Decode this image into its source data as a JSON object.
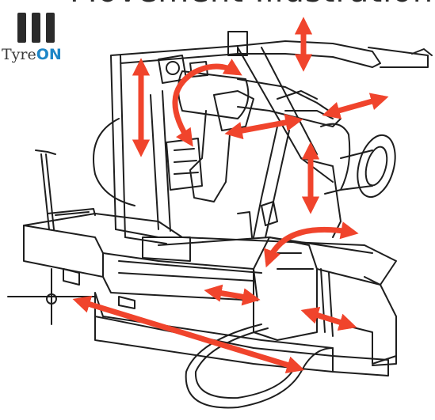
{
  "header": {
    "title": "Movement Illustration — Hydraulic Movements"
  },
  "logo": {
    "brand_prefix": "Tyre",
    "brand_suffix": "ON"
  },
  "colors": {
    "arrow": "#f0442c",
    "line": "#1e1e1e",
    "logo_bars": "#2b2b2b",
    "brand_accent": "#1d86c7"
  },
  "icons": {
    "logo_mark": "three-vertical-bars",
    "arrows": "double-headed-red-arrows"
  }
}
